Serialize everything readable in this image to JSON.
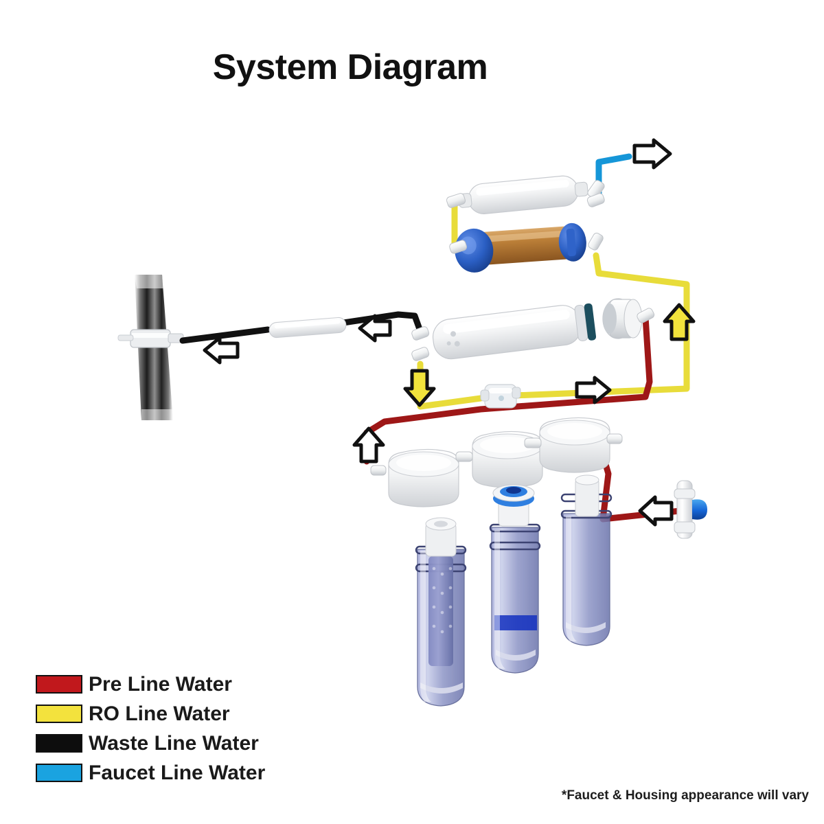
{
  "title": "System Diagram",
  "footnote": "*Faucet & Housing appearance will vary",
  "legend": {
    "items": [
      {
        "label": "Pre Line Water",
        "color": "#c1181c",
        "key": "pre"
      },
      {
        "label": "RO Line Water",
        "color": "#f3e23d",
        "key": "ro"
      },
      {
        "label": "Waste Line Water",
        "color": "#0d0d0d",
        "key": "waste"
      },
      {
        "label": "Faucet Line Water",
        "color": "#1aa3e0",
        "key": "faucet"
      }
    ]
  },
  "colors": {
    "pre_line": "#9e1717",
    "ro_line": "#e8dc3a",
    "waste_line": "#111111",
    "faucet_line": "#1596d8",
    "housing_white": "#f1f2f3",
    "housing_shade": "#d7d9dc",
    "cartridge_blue": "#6f77b8",
    "glass_blue": "#8e95c8",
    "mineral_copper": "#b5762f",
    "mineral_cap": "#2b5fc4",
    "valve_handle": "#1f62c8",
    "oring_teal": "#1c4e5e",
    "arrow_outline": "#111111",
    "arrow_fill_hollow": "#ffffff",
    "arrow_fill_yellow": "#f2e33c",
    "drain_pipe": "#2a2a2a"
  },
  "components": [
    {
      "name": "drain-saddle-clamp",
      "label": "Drain saddle clamp on drain pipe"
    },
    {
      "name": "drain-pipe",
      "label": "Drain pipe"
    },
    {
      "name": "flow-restrictor",
      "label": "Flow restrictor"
    },
    {
      "name": "ro-membrane-housing",
      "label": "RO membrane housing"
    },
    {
      "name": "ro-membrane-cap",
      "label": "RO membrane housing cap"
    },
    {
      "name": "post-carbon-filter",
      "label": "Inline post carbon filter"
    },
    {
      "name": "mineral-cartridge",
      "label": "Mineral / alkaline cartridge"
    },
    {
      "name": "check-valve",
      "label": "Auto shut-off valve"
    },
    {
      "name": "filter-housing-cap-1",
      "label": "Stage 1 housing cap"
    },
    {
      "name": "filter-housing-cap-2",
      "label": "Stage 2 housing cap"
    },
    {
      "name": "filter-housing-cap-3",
      "label": "Stage 3 housing cap"
    },
    {
      "name": "filter-housing-1",
      "label": "Stage 1 filter housing - sediment cartridge"
    },
    {
      "name": "filter-housing-2",
      "label": "Stage 2 filter housing - carbon block cartridge"
    },
    {
      "name": "filter-housing-3",
      "label": "Stage 3 filter housing"
    },
    {
      "name": "feed-water-valve",
      "label": "Feed water adapter valve"
    }
  ],
  "flow_arrows": [
    {
      "name": "faucet-out-arrow",
      "direction": "right",
      "style": "hollow",
      "line": "faucet"
    },
    {
      "name": "waste-arrow-1",
      "direction": "left",
      "style": "hollow",
      "line": "waste"
    },
    {
      "name": "waste-arrow-2",
      "direction": "left",
      "style": "hollow",
      "line": "waste"
    },
    {
      "name": "ro-down-arrow",
      "direction": "down",
      "style": "yellow",
      "line": "ro"
    },
    {
      "name": "ro-up-arrow",
      "direction": "up",
      "style": "yellow",
      "line": "ro"
    },
    {
      "name": "ro-right-arrow",
      "direction": "right",
      "style": "hollow",
      "line": "ro"
    },
    {
      "name": "pre-up-arrow",
      "direction": "up",
      "style": "hollow",
      "line": "pre"
    },
    {
      "name": "feed-left-arrow",
      "direction": "left",
      "style": "hollow",
      "line": "pre"
    }
  ]
}
